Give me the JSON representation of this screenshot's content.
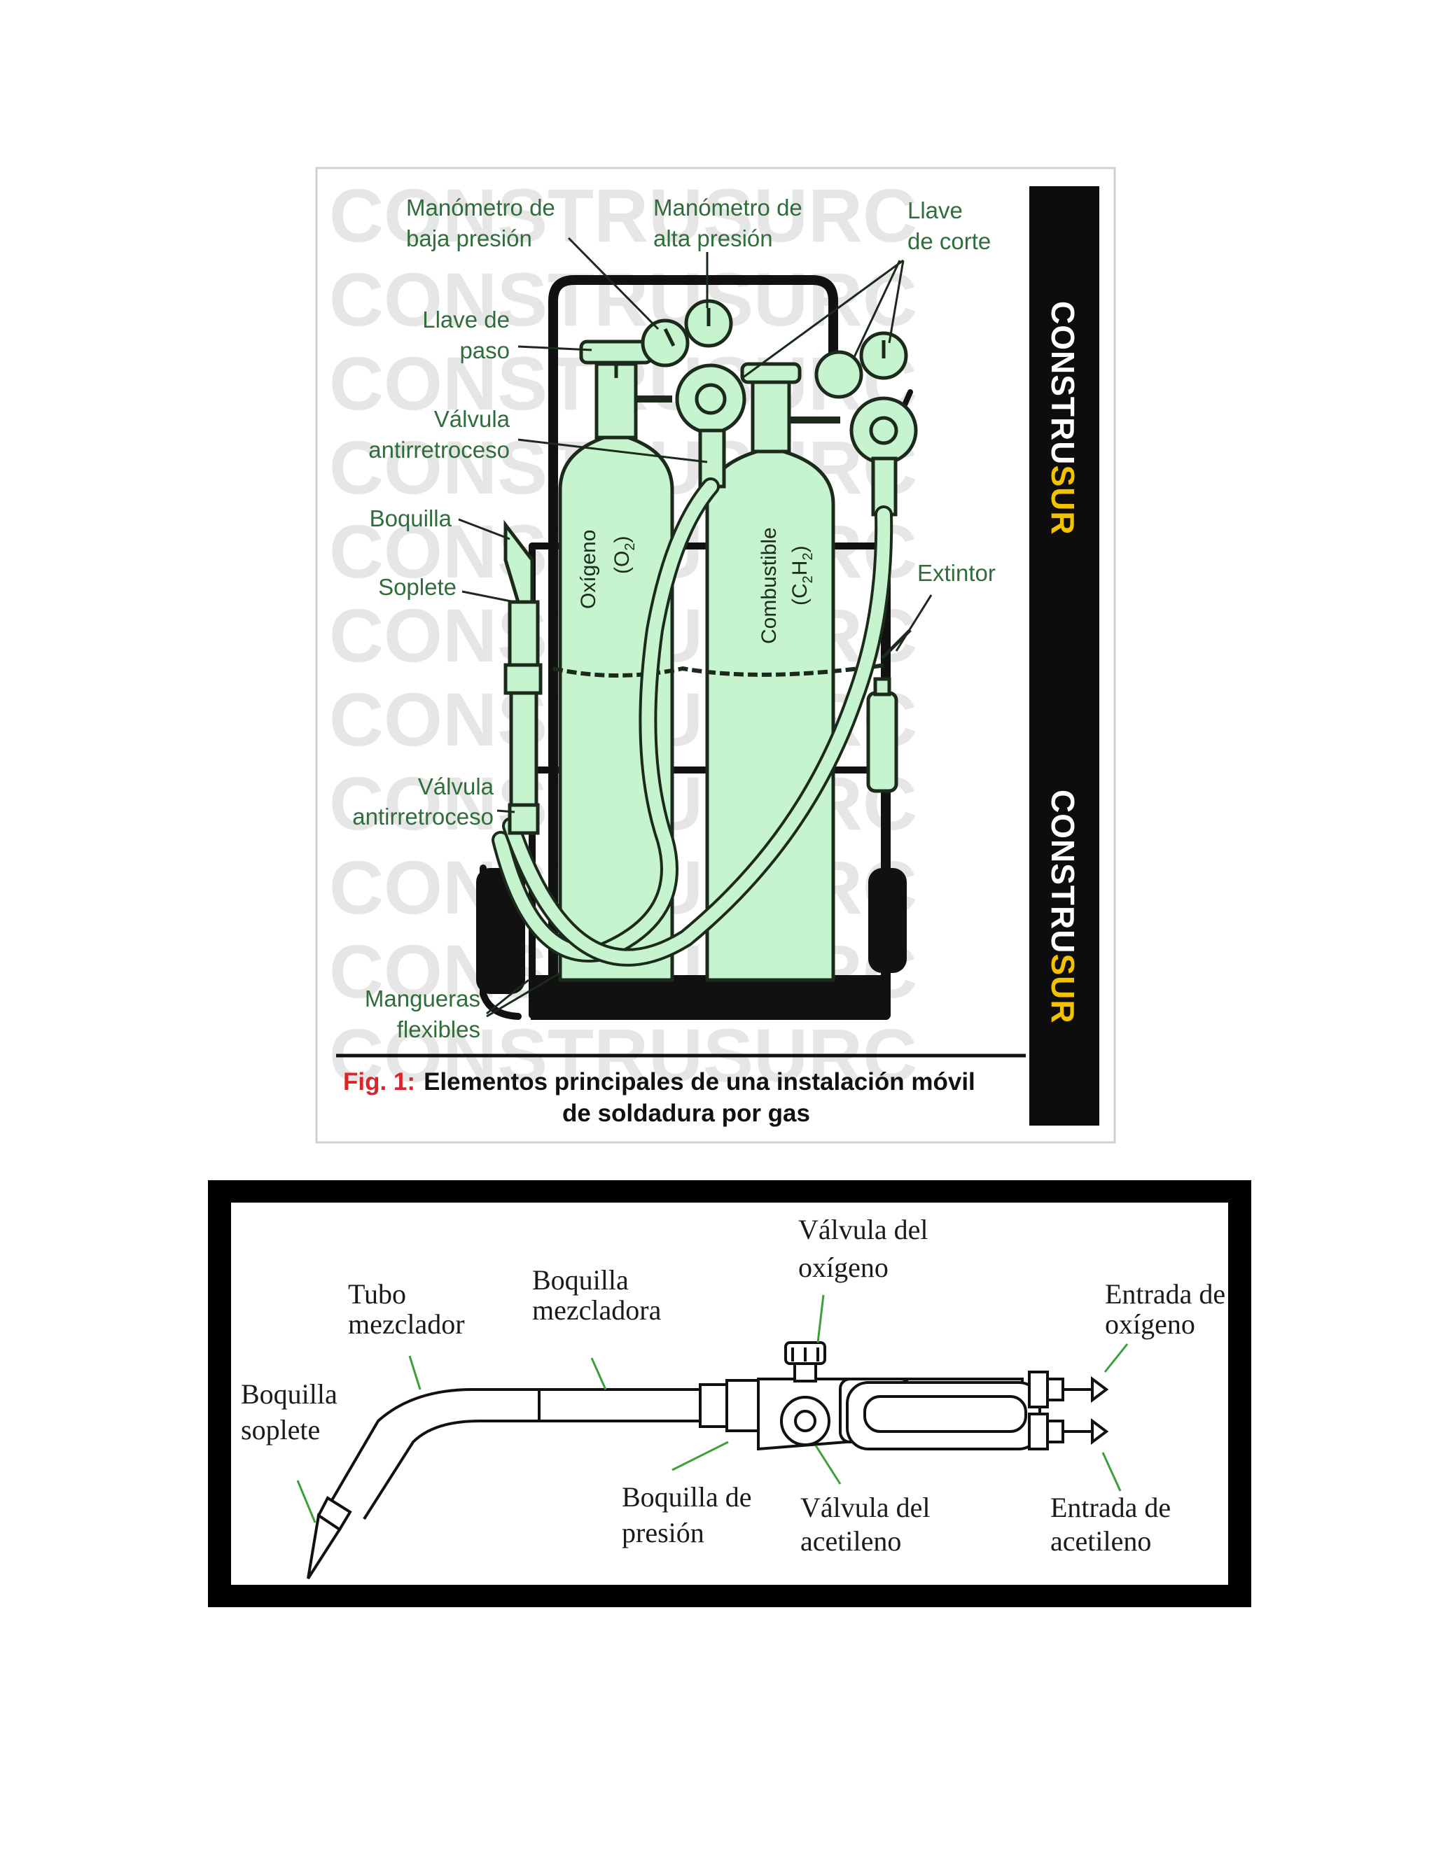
{
  "figure1": {
    "brand_left": "CONSTRU",
    "brand_right": "SUR",
    "watermark": "CONSTRUSURC",
    "labels": {
      "manometro_baja_1": "Manómetro de",
      "manometro_baja_2": "baja presión",
      "manometro_alta_1": "Manómetro de",
      "manometro_alta_2": "alta presión",
      "llave_corte_1": "Llave",
      "llave_corte_2": "de corte",
      "llave_paso_1": "Llave de",
      "llave_paso_2": "paso",
      "valvula_top_1": "Válvula",
      "valvula_top_2": "antirretroceso",
      "boquilla": "Boquilla",
      "soplete": "Soplete",
      "extintor": "Extintor",
      "valvula_bottom_1": "Válvula",
      "valvula_bottom_2": "antirretroceso",
      "mangueras_1": "Mangueras",
      "mangueras_2": "flexibles"
    },
    "cylinders": {
      "oxygen_name": "Oxígeno",
      "oxygen_formula": "(O",
      "oxygen_sub": "2",
      "oxygen_close": ")",
      "fuel_name": "Combustible",
      "fuel_formula_a": "(C",
      "fuel_sub_a": "2",
      "fuel_formula_b": "H",
      "fuel_sub_b": "2",
      "fuel_close": ")"
    },
    "caption": {
      "prefix": "Fig. 1:",
      "line1": "Elementos principales de una instalación móvil",
      "line2": "de soldadura por gas"
    },
    "colors": {
      "cylinder_fill": "#c6f4cf",
      "label_text": "#2f6d3b",
      "brand_yellow": "#f2c200",
      "caption_red": "#d8262a"
    }
  },
  "figure2": {
    "labels": {
      "valvula_oxigeno_1": "Válvula del",
      "valvula_oxigeno_2": "oxígeno",
      "tubo_1": "Tubo",
      "tubo_2": "mezclador",
      "boquilla_mezcladora_1": "Boquilla",
      "boquilla_mezcladora_2": "mezcladora",
      "entrada_oxigeno_1": "Entrada de",
      "entrada_oxigeno_2": "oxígeno",
      "boquilla_soplete_1": "Boquilla",
      "boquilla_soplete_2": "soplete",
      "boquilla_presion_1": "Boquilla de",
      "boquilla_presion_2": "presión",
      "valvula_acetileno_1": "Válvula del",
      "valvula_acetileno_2": "acetileno",
      "entrada_acetileno_1": "Entrada de",
      "entrada_acetileno_2": "acetileno"
    }
  }
}
